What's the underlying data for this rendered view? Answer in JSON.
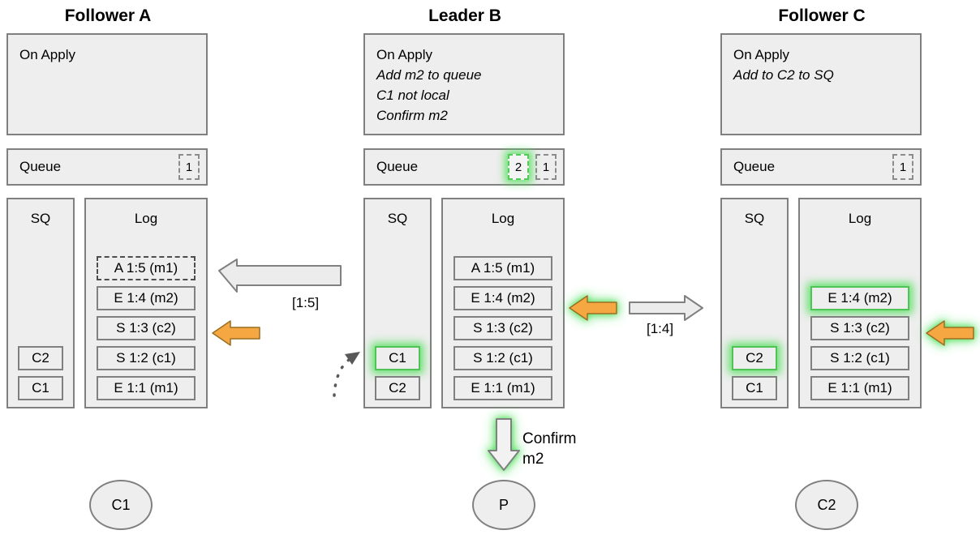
{
  "diagram": {
    "title_a": "Follower A",
    "title_b": "Leader B",
    "title_c": "Follower C",
    "colors": {
      "panel_fill": "#eeeeee",
      "panel_border": "#808080",
      "glow_green": "#57e060",
      "arrow_orange": "#f5a742",
      "arrow_gray_fill": "#ececec",
      "text": "#000000"
    }
  },
  "follower_a": {
    "on_apply": {
      "lines": [
        {
          "text": "On Apply",
          "italic": false
        },
        {
          "text": "",
          "italic": true
        },
        {
          "text": "",
          "italic": true
        },
        {
          "text": "",
          "italic": true
        }
      ]
    },
    "queue": {
      "label": "Queue",
      "slots": [
        {
          "value": "1",
          "glow": false,
          "dashed": true
        }
      ]
    },
    "sq": {
      "title": "SQ",
      "entries": [
        {
          "text": "C2",
          "glow": false,
          "dashed": false
        },
        {
          "text": "C1",
          "glow": false,
          "dashed": false
        }
      ]
    },
    "log": {
      "title": "Log",
      "entries": [
        {
          "text": "A 1:5 (m1)",
          "glow": false,
          "dashed": true
        },
        {
          "text": "E 1:4 (m2)",
          "glow": false,
          "dashed": false
        },
        {
          "text": "S 1:3 (c2)",
          "glow": false,
          "dashed": false
        },
        {
          "text": "S 1:2 (c1)",
          "glow": false,
          "dashed": false
        },
        {
          "text": "E 1:1 (m1)",
          "glow": false,
          "dashed": false
        }
      ]
    },
    "node": {
      "label": "C1"
    }
  },
  "leader_b": {
    "on_apply": {
      "lines": [
        {
          "text": "On Apply",
          "italic": false
        },
        {
          "text": "Add m2 to queue",
          "italic": true
        },
        {
          "text": "C1 not local",
          "italic": true
        },
        {
          "text": "Confirm m2",
          "italic": true
        }
      ]
    },
    "queue": {
      "label": "Queue",
      "slots": [
        {
          "value": "2",
          "glow": true,
          "dashed": true
        },
        {
          "value": "1",
          "glow": false,
          "dashed": true
        }
      ]
    },
    "sq": {
      "title": "SQ",
      "entries": [
        {
          "text": "C1",
          "glow": true,
          "dashed": false
        },
        {
          "text": "C2",
          "glow": false,
          "dashed": false
        }
      ]
    },
    "log": {
      "title": "Log",
      "entries": [
        {
          "text": "A 1:5 (m1)",
          "glow": false,
          "dashed": false
        },
        {
          "text": "E 1:4 (m2)",
          "glow": false,
          "dashed": false
        },
        {
          "text": "S 1:3 (c2)",
          "glow": false,
          "dashed": false
        },
        {
          "text": "S 1:2 (c1)",
          "glow": false,
          "dashed": false
        },
        {
          "text": "E 1:1 (m1)",
          "glow": false,
          "dashed": false
        }
      ]
    },
    "node": {
      "label": "P"
    }
  },
  "follower_c": {
    "on_apply": {
      "lines": [
        {
          "text": "On Apply",
          "italic": false
        },
        {
          "text": "Add to C2 to SQ",
          "italic": true
        },
        {
          "text": "",
          "italic": true
        },
        {
          "text": "",
          "italic": true
        }
      ]
    },
    "queue": {
      "label": "Queue",
      "slots": [
        {
          "value": "1",
          "glow": false,
          "dashed": true
        }
      ]
    },
    "sq": {
      "title": "SQ",
      "entries": [
        {
          "text": "C2",
          "glow": true,
          "dashed": false
        },
        {
          "text": "C1",
          "glow": false,
          "dashed": false
        }
      ]
    },
    "log": {
      "title": "Log",
      "entries": [
        {
          "text": "E 1:4 (m2)",
          "glow": true,
          "dashed": false
        },
        {
          "text": "S 1:3 (c2)",
          "glow": false,
          "dashed": false
        },
        {
          "text": "S 1:2 (c1)",
          "glow": false,
          "dashed": false
        },
        {
          "text": "E 1:1 (m1)",
          "glow": false,
          "dashed": false
        }
      ]
    },
    "node": {
      "label": "C2"
    }
  },
  "arrows": {
    "b_to_a_label": "[1:5]",
    "b_to_c_label": "[1:4]",
    "confirm_label_line1": "Confirm",
    "confirm_label_line2": "m2"
  }
}
